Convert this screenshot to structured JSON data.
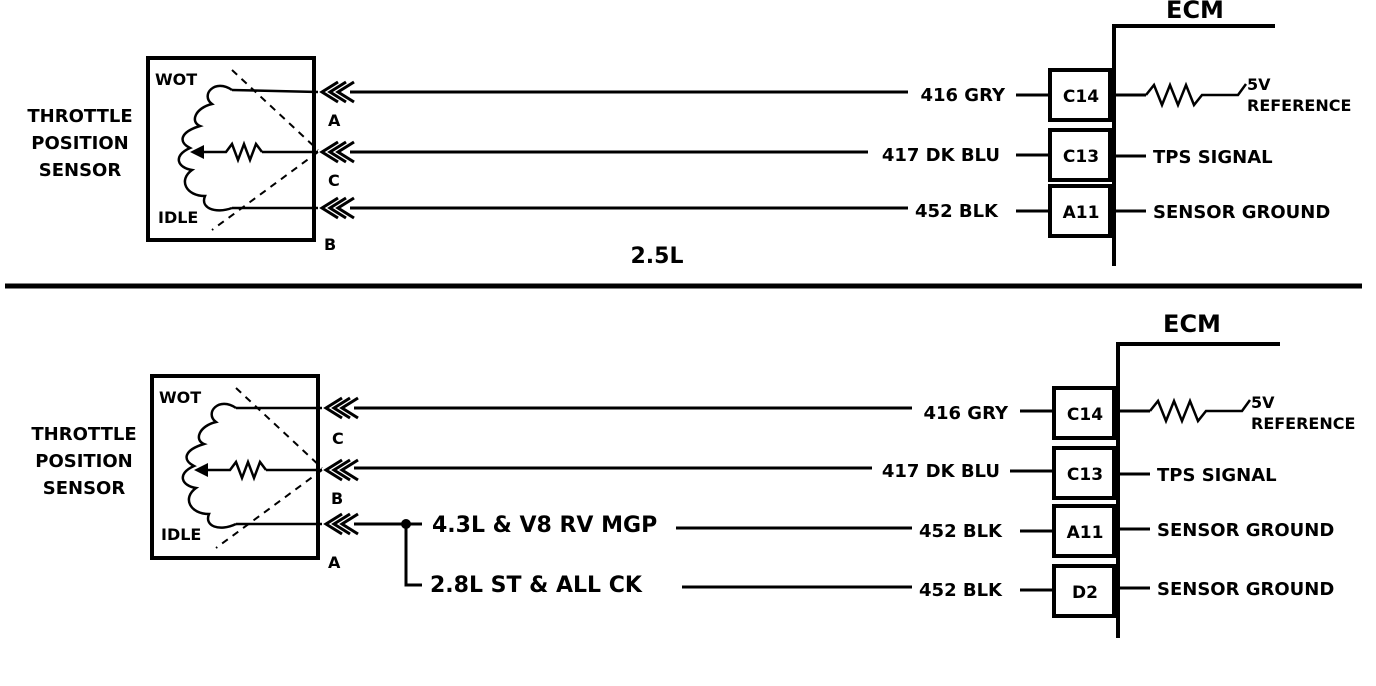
{
  "top": {
    "sensor": {
      "label_lines": [
        "THROTTLE",
        "POSITION",
        "SENSOR"
      ],
      "wot": "WOT",
      "idle": "IDLE",
      "pins": [
        "A",
        "C",
        "B"
      ]
    },
    "ecm_label": "ECM",
    "engine_label": "2.5L",
    "wires": [
      {
        "wire": "416 GRY",
        "pin": "C14",
        "function": "5V",
        "function2": "REFERENCE"
      },
      {
        "wire": "417 DK BLU",
        "pin": "C13",
        "function": "TPS  SIGNAL"
      },
      {
        "wire": "452 BLK",
        "pin": "A11",
        "function": "SENSOR GROUND"
      }
    ]
  },
  "bottom": {
    "sensor": {
      "label_lines": [
        "THROTTLE",
        "POSITION",
        "SENSOR"
      ],
      "wot": "WOT",
      "idle": "IDLE",
      "pins": [
        "C",
        "B",
        "A"
      ]
    },
    "ecm_label": "ECM",
    "branch_labels": [
      "4.3L & V8 RV MGP",
      "2.8L ST & ALL CK"
    ],
    "wires": [
      {
        "wire": "416 GRY",
        "pin": "C14",
        "function": "5V",
        "function2": "REFERENCE"
      },
      {
        "wire": "417 DK BLU",
        "pin": "C13",
        "function": "TPS  SIGNAL"
      },
      {
        "wire": "452 BLK",
        "pin": "A11",
        "function": "SENSOR GROUND"
      },
      {
        "wire": "452 BLK",
        "pin": "D2",
        "function": "SENSOR GROUND"
      }
    ]
  }
}
